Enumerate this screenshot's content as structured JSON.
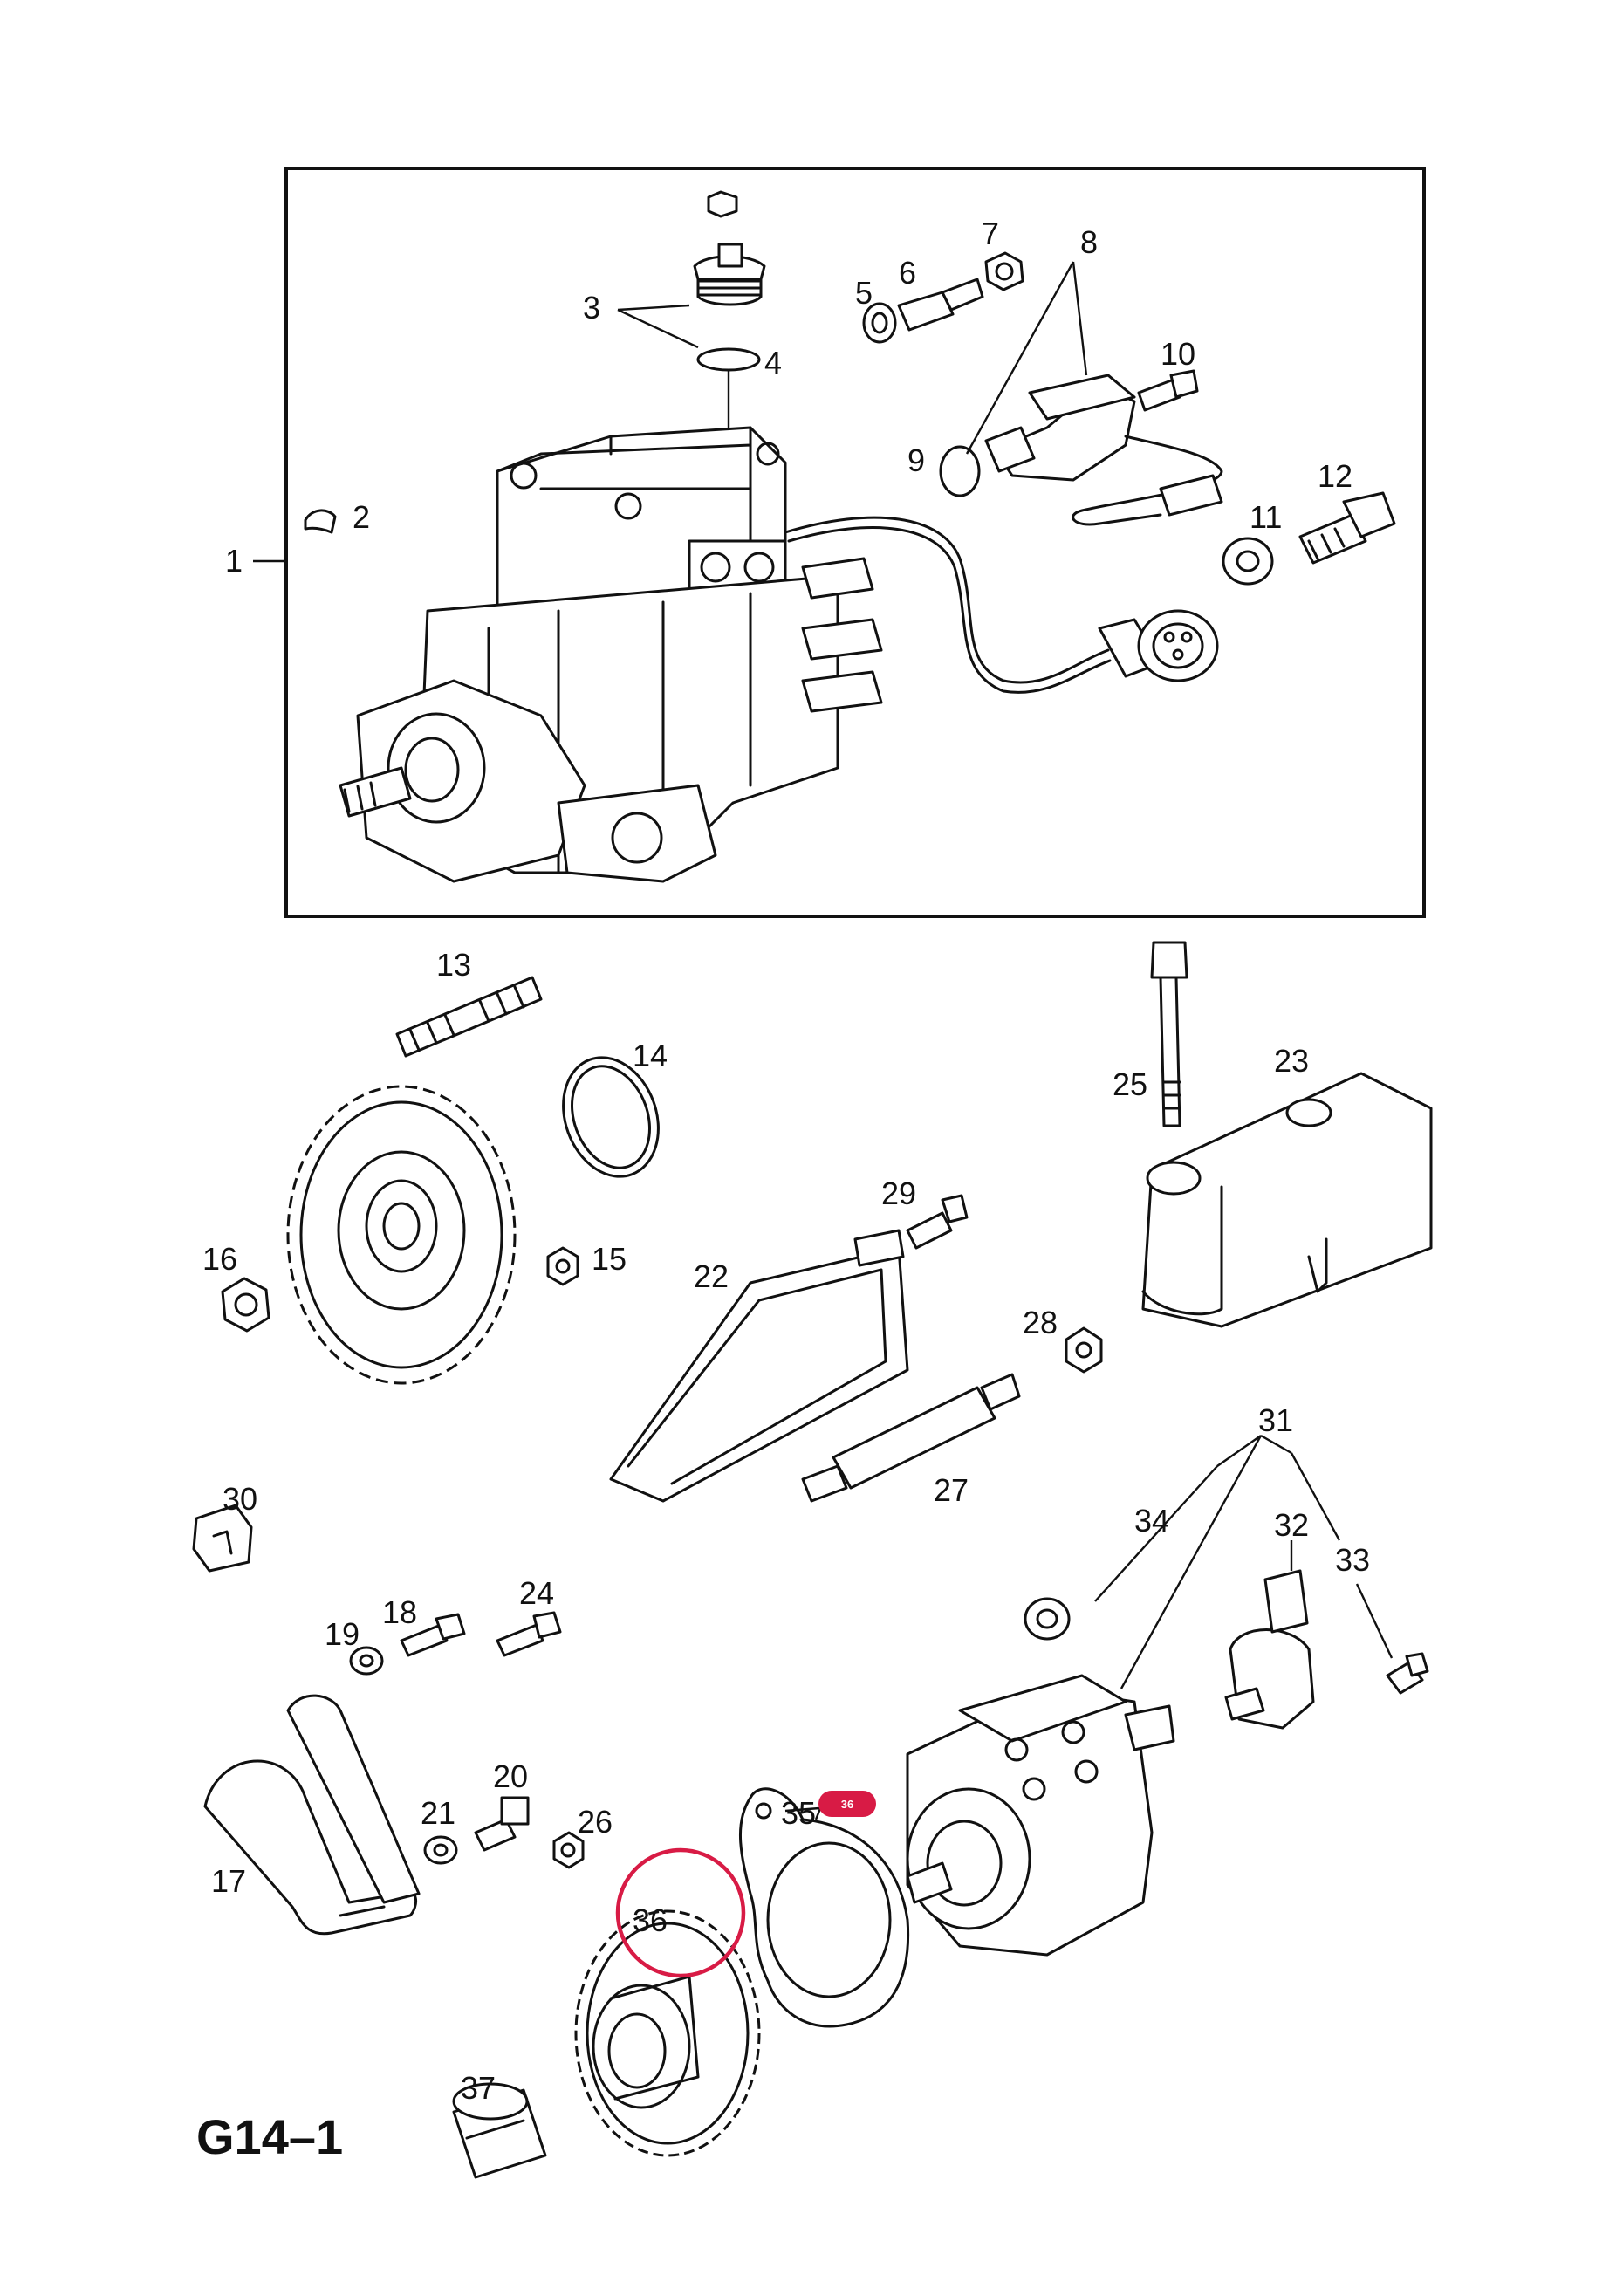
{
  "diagram": {
    "code": "G14–1",
    "callouts": [
      "1",
      "2",
      "3",
      "4",
      "5",
      "6",
      "7",
      "8",
      "9",
      "10",
      "11",
      "12",
      "13",
      "14",
      "15",
      "16",
      "17",
      "18",
      "19",
      "20",
      "21",
      "22",
      "23",
      "24",
      "25",
      "26",
      "27",
      "28",
      "29",
      "30",
      "31",
      "32",
      "33",
      "34",
      "35",
      "36",
      "37"
    ],
    "highlight": {
      "badge_label": "36",
      "badge_color": "#d81b45",
      "ring_color": "#d81b45"
    }
  }
}
